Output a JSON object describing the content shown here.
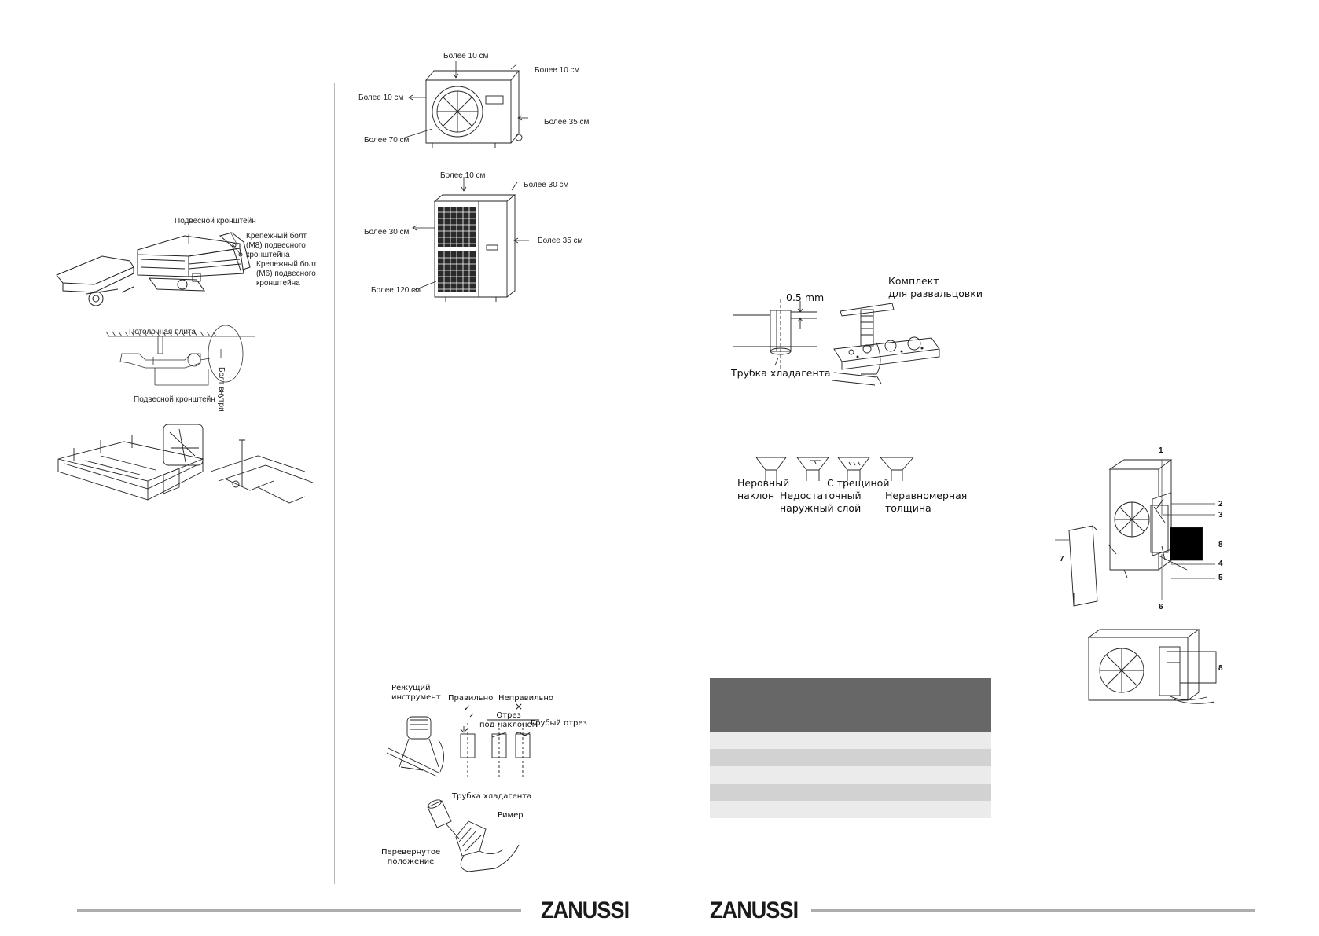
{
  "top_unit_small": {
    "top": "Более 10 см",
    "back": "Более 10 см",
    "left": "Более 10 см",
    "right": "Более 35 см",
    "front": "Более 70 см"
  },
  "top_unit_large": {
    "top": "Более 10 см",
    "back": "Более 30 см",
    "left": "Более 30 см",
    "right": "Более 35 см",
    "front": "Более 120 см"
  },
  "bracket_figure": {
    "hanger": "Подвесной кронштейн",
    "bolt_m8": "Крепежный болт\n(M8) подвесного\nкронштейна",
    "bolt_m6": "Крепежный болт\n(M6) подвесного\nкронштейна"
  },
  "ceiling_figure": {
    "ceiling": "Потолочная плита",
    "bolt_inside": "Болт внутри",
    "hanger": "Подвесной кронштейн"
  },
  "flare_figure": {
    "gap": "0.5 mm",
    "tube": "Трубка хладагента",
    "kit": "Комплект\nдля развальцовки"
  },
  "flare_defects": {
    "uneven": "Неровный\nнаклон",
    "insufficient": "Недостаточный\nнаружный слой",
    "cracked": "С трещиной",
    "thickness": "Неравномерная\nтолщина"
  },
  "cutting_figure": {
    "tool": "Режущий\nинструмент",
    "correct": "Правильно",
    "wrong": "Неправильно",
    "wrong_mark": "×",
    "correct_mark": "✓",
    "slanted": "Отрез\nпод наклоном",
    "rough": "Грубый отрез",
    "tube": "Трубка хладагента",
    "reamer": "Ример",
    "inverted": "Перевернутое\nположение"
  },
  "parts_figure": {
    "n1": "1",
    "n2": "2",
    "n3": "3",
    "n4": "4",
    "n5": "5",
    "n6": "6",
    "n7": "7",
    "n8": "8",
    "n8b": "8"
  },
  "brand": {
    "left": "ZANUSSI",
    "right": "ZANUSSI"
  },
  "colors": {
    "table_header": "#676767",
    "row_light": "#ebebeb",
    "row_dark": "#d2d2d2",
    "rule": "#a9aeb3"
  }
}
